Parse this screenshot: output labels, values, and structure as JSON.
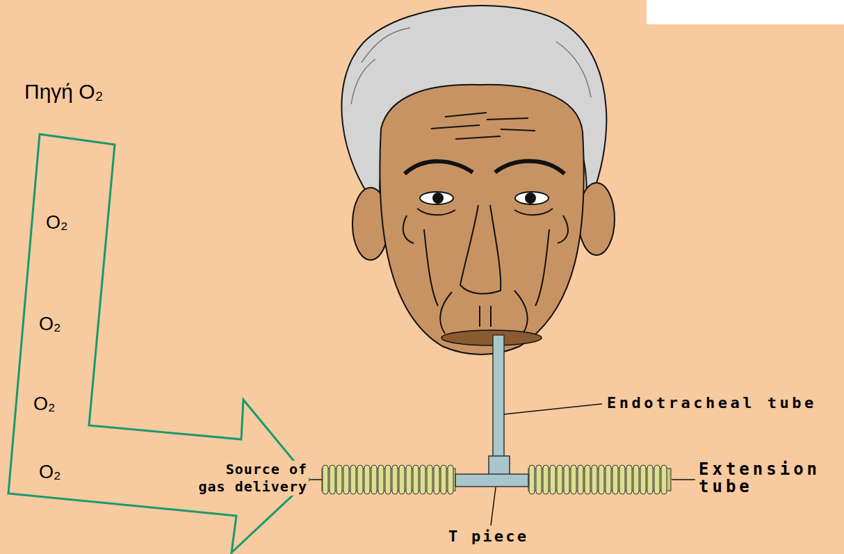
{
  "diagram": {
    "nodes": [
      {
        "text": [
          "Πηγή O₂",
          "O₂",
          "O₂",
          "O₂",
          "O₂"
        ]
      }
    ],
    "labels": [
      "Endotracheal tube",
      "Source of gas delivery",
      "Extension tube",
      "T piece"
    ]
  }
}
